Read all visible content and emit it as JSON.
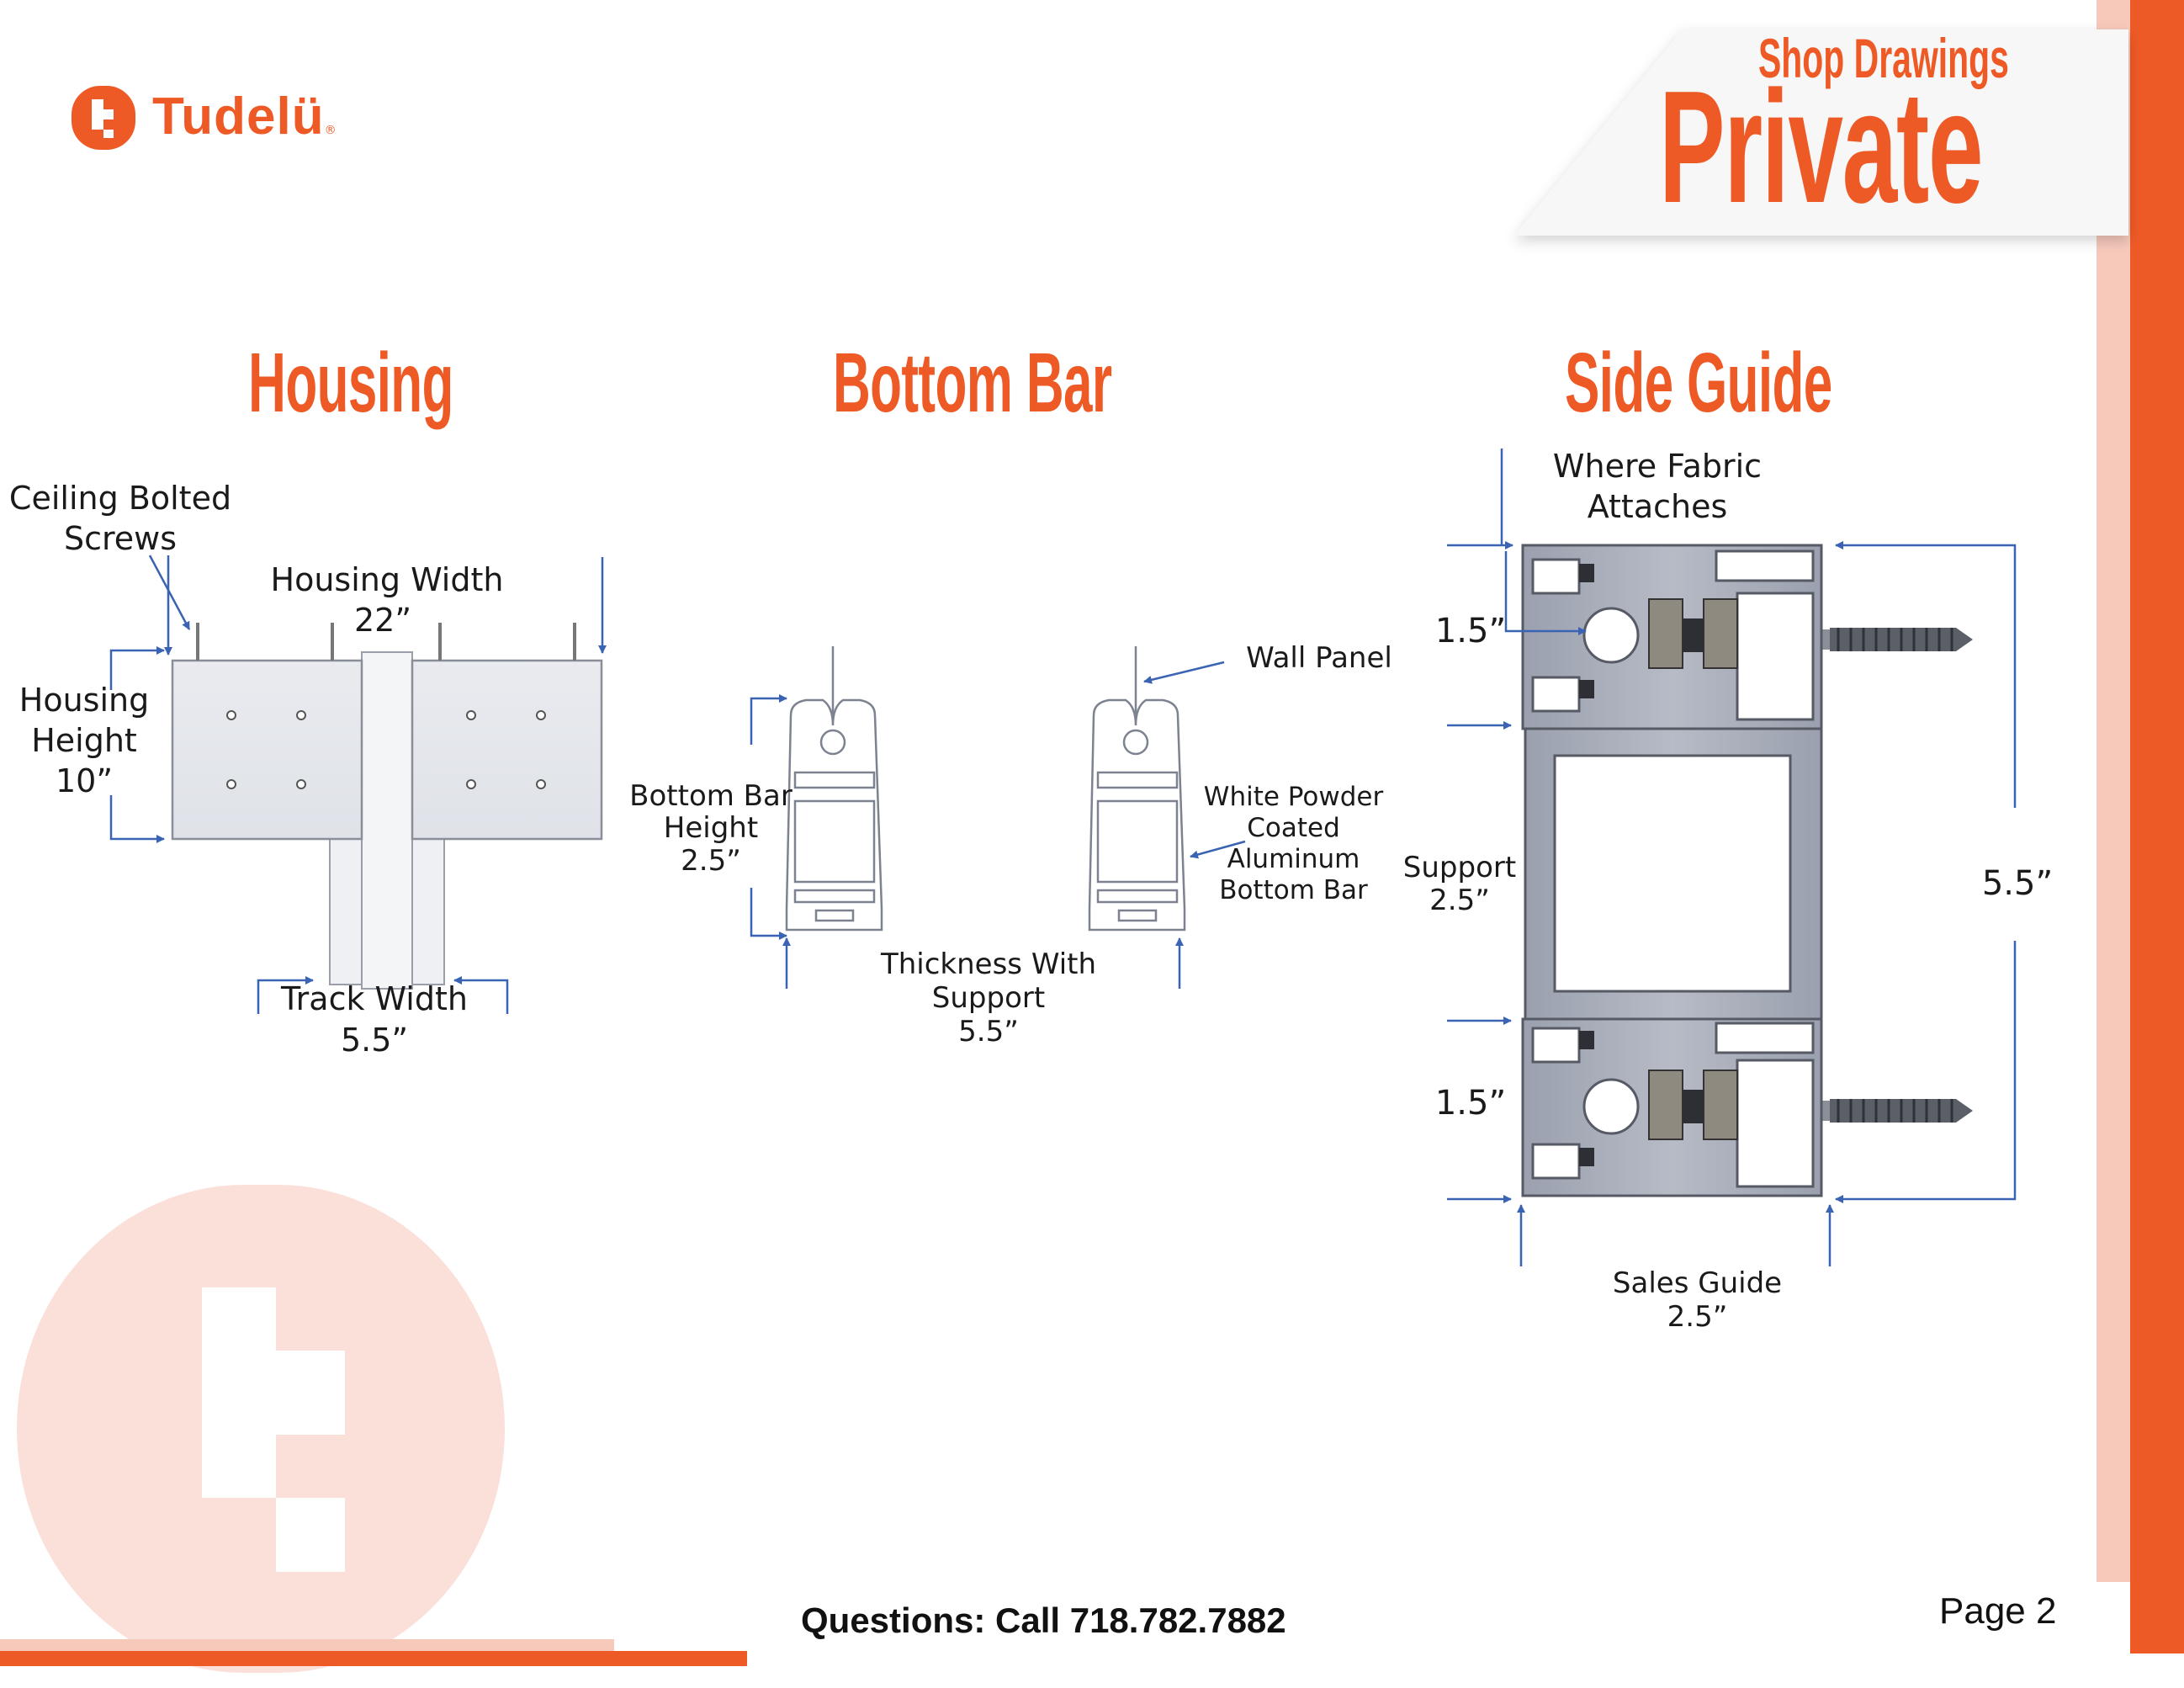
{
  "brand": {
    "name": "Tudelü",
    "registered": "®",
    "accent": "#ee5a26",
    "light_accent": "#fbe0d9",
    "line_blue": "#3a64b3",
    "metal": "#a3a8b6"
  },
  "badge": {
    "subtitle": "Shop Drawings",
    "title": "Private"
  },
  "sections": {
    "housing": {
      "title": "Housing",
      "ceiling_screws": "Ceiling Bolted\nScrews",
      "width_label": "Housing Width",
      "width_value": "22”",
      "height_label": "Housing\nHeight",
      "height_value": "10”",
      "track_label": "Track Width",
      "track_value": "5.5”"
    },
    "bottom_bar": {
      "title": "Bottom Bar",
      "height_label": "Bottom Bar\nHeight",
      "height_value": "2.5”",
      "wall_panel": "Wall Panel",
      "material": "White Powder\nCoated\nAluminum\nBottom Bar",
      "thickness_label": "Thickness With\nSupport",
      "thickness_value": "5.5”"
    },
    "side_guide": {
      "title": "Side Guide",
      "fabric_label": "Where Fabric\nAttaches",
      "top_dim": "1.5”",
      "bottom_dim": "1.5”",
      "support_label": "Support",
      "support_value": "2.5”",
      "overall": "5.5”",
      "sales_label": "Sales Guide",
      "sales_value": "2.5”"
    }
  },
  "footer": {
    "contact": "Questions: Call 718.782.7882",
    "page": "Page 2"
  }
}
